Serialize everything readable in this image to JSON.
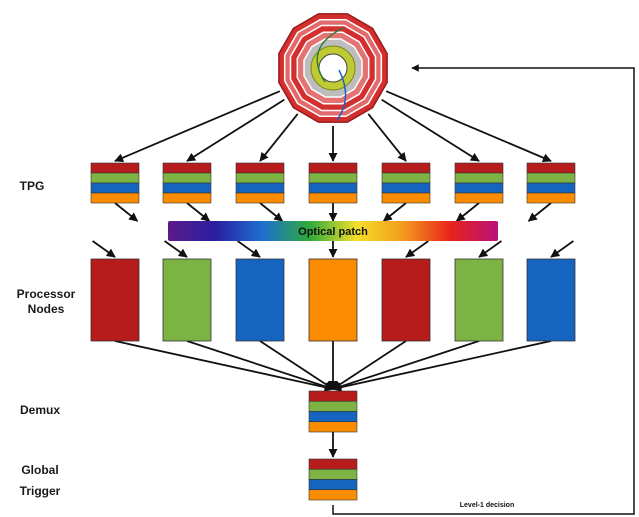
{
  "labels": {
    "tpg": "TPG",
    "processor_line1": "Processor",
    "processor_line2": "Nodes",
    "demux": "Demux",
    "global_line1": "Global",
    "global_line2": "Trigger",
    "optical_patch": "Optical patch",
    "level1_decision": "Level-1 decision"
  },
  "colors": {
    "red": "#b71c1c",
    "green": "#7cb342",
    "blue": "#1565c0",
    "orange": "#fb8c00",
    "detector_red": "#d32f2f",
    "detector_yellow": "#c0ca33",
    "arrow": "#111111"
  },
  "tpg_stripes": [
    "red",
    "green",
    "blue",
    "orange"
  ],
  "tpg_count": 7,
  "processor_nodes": [
    "red",
    "green",
    "blue",
    "orange",
    "red",
    "green",
    "blue"
  ],
  "demux_stripes": [
    "red",
    "green",
    "blue",
    "orange"
  ],
  "global_trigger_stripes": [
    "red",
    "green",
    "blue",
    "orange"
  ],
  "optical_patch_gradient": [
    "#5b1a8a",
    "#2a1ea0",
    "#1e6fd0",
    "#2eaa3a",
    "#f5e02a",
    "#f39a1c",
    "#e8221a",
    "#b8127a"
  ]
}
